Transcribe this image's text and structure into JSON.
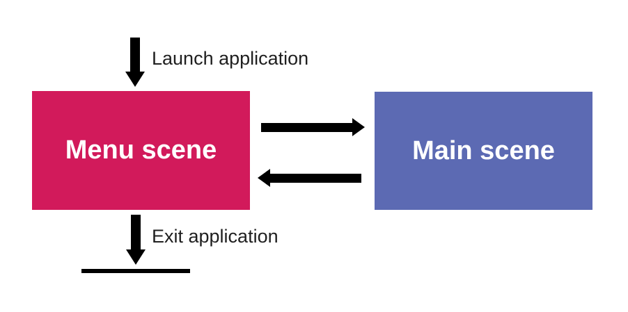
{
  "background": "#ffffff",
  "arrow_color": "#000000",
  "label_color": "#1f1f1f",
  "nodes": {
    "menu": {
      "label": "Menu scene",
      "fill": "#d21a5b",
      "text_color": "#ffffff"
    },
    "main": {
      "label": "Main scene",
      "fill": "#5c6ab3",
      "text_color": "#ffffff"
    }
  },
  "edges": {
    "launch": {
      "label": "Launch application",
      "from": "start",
      "to": "menu"
    },
    "menu_to_main": {
      "label": "",
      "from": "menu",
      "to": "main"
    },
    "main_to_menu": {
      "label": "",
      "from": "main",
      "to": "menu"
    },
    "exit": {
      "label": "Exit application",
      "from": "menu",
      "to": "end"
    }
  }
}
